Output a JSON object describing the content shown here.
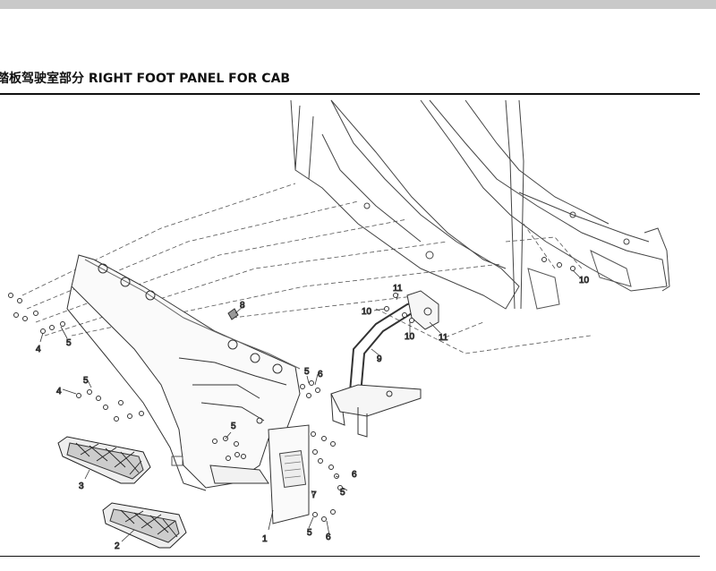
{
  "header": {
    "title": "踏板驾驶室部分 RIGHT FOOT PANEL FOR CAB"
  },
  "callouts": {
    "c1": "1",
    "c2": "2",
    "c3": "3",
    "c4a": "4",
    "c4b": "4",
    "c5a": "5",
    "c5b": "5",
    "c5c": "5",
    "c5d": "5",
    "c5e": "5",
    "c6a": "6",
    "c6b": "6",
    "c6c": "6",
    "c7": "7",
    "c8": "8",
    "c9": "9",
    "c10a": "10",
    "c10b": "10",
    "c10c": "10",
    "c11a": "11",
    "c11b": "11"
  }
}
